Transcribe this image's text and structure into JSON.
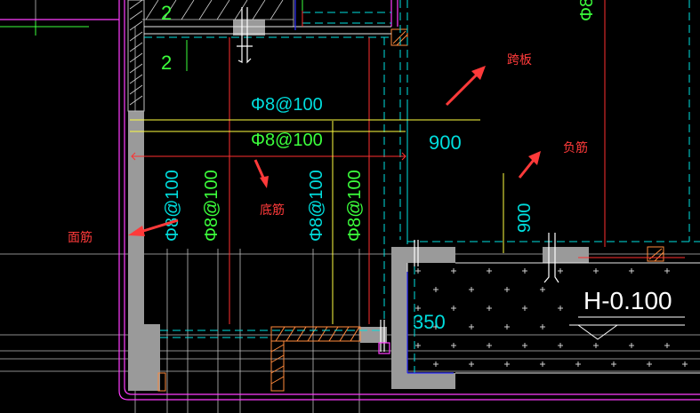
{
  "annotations": {
    "kuaban": "跨板",
    "fujin": "负筋",
    "dijin": "底筋",
    "mianjin": "面筋"
  },
  "rebar": {
    "spec_top": "Φ8@100",
    "spec_mid": "Φ8@100",
    "spec_vertical": "Φ8@100"
  },
  "dimensions": {
    "top_number": "2",
    "mid_number": "2",
    "span_900_h": "900",
    "span_900_v": "900",
    "dim_350": "350"
  },
  "level": {
    "label": "H-0.100"
  },
  "colors": {
    "background": "#000000",
    "wall": "#9a9a9a",
    "magenta": "#ff3cff",
    "cyan": "#00e0e0",
    "yellow": "#ffff40",
    "red": "#ff3030",
    "green": "#3cff3c",
    "arrow": "#ff3a3a"
  }
}
